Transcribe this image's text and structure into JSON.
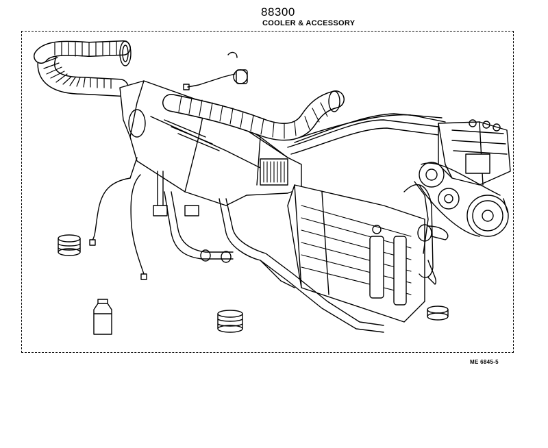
{
  "header": {
    "part_number": "88300",
    "group_title": "COOLER & ACCESSORY"
  },
  "footer": {
    "figure_code": "ME 6845-5"
  }
}
